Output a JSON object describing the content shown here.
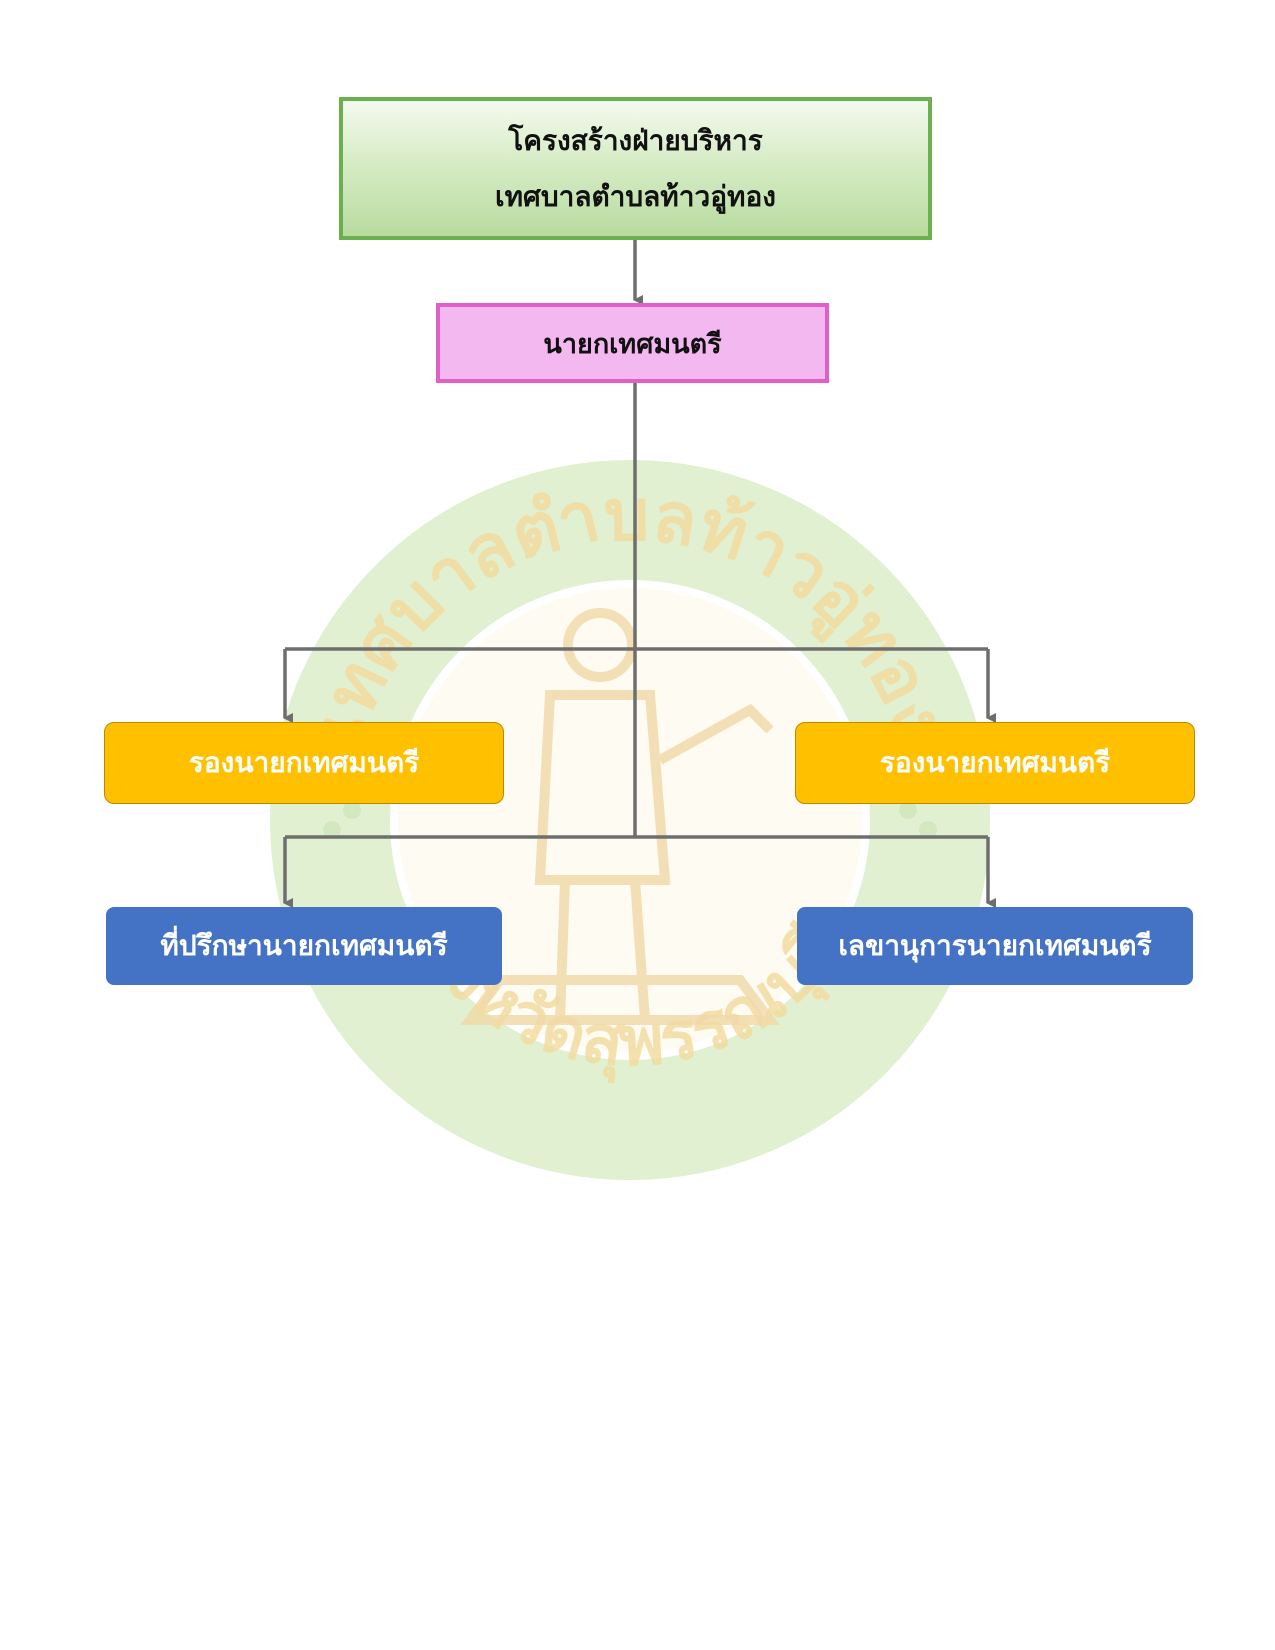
{
  "title": {
    "line1": "โครงสร้างฝ่ายบริหาร",
    "line2": "เทศบาลตำบลท้าวอู่ทอง"
  },
  "mayor": {
    "label": "นายกเทศมนตรี"
  },
  "deputies": [
    {
      "label": "รองนายกเทศมนตรี"
    },
    {
      "label": "รองนายกเทศมนตรี"
    }
  ],
  "advisor": {
    "label": "ที่ปรึกษานายกเทศมนตรี"
  },
  "secretary": {
    "label": "เลขานุการนายกเทศมนตรี"
  },
  "watermark": {
    "ring_text_top": "เทศบาลตำบลท้าวอู่ทอง",
    "ring_text_bottom": "จังหวัดสุพรรณบุรี"
  },
  "colors": {
    "title_border": "#6ab04c",
    "mayor_fill": "#f3b8ef",
    "mayor_border": "#e060c8",
    "deputy_fill": "#ffc000",
    "staff_fill": "#4472c4",
    "connector": "#6e6e6e",
    "watermark_ring": "#cfe6b8",
    "watermark_text": "#f3dca0"
  }
}
